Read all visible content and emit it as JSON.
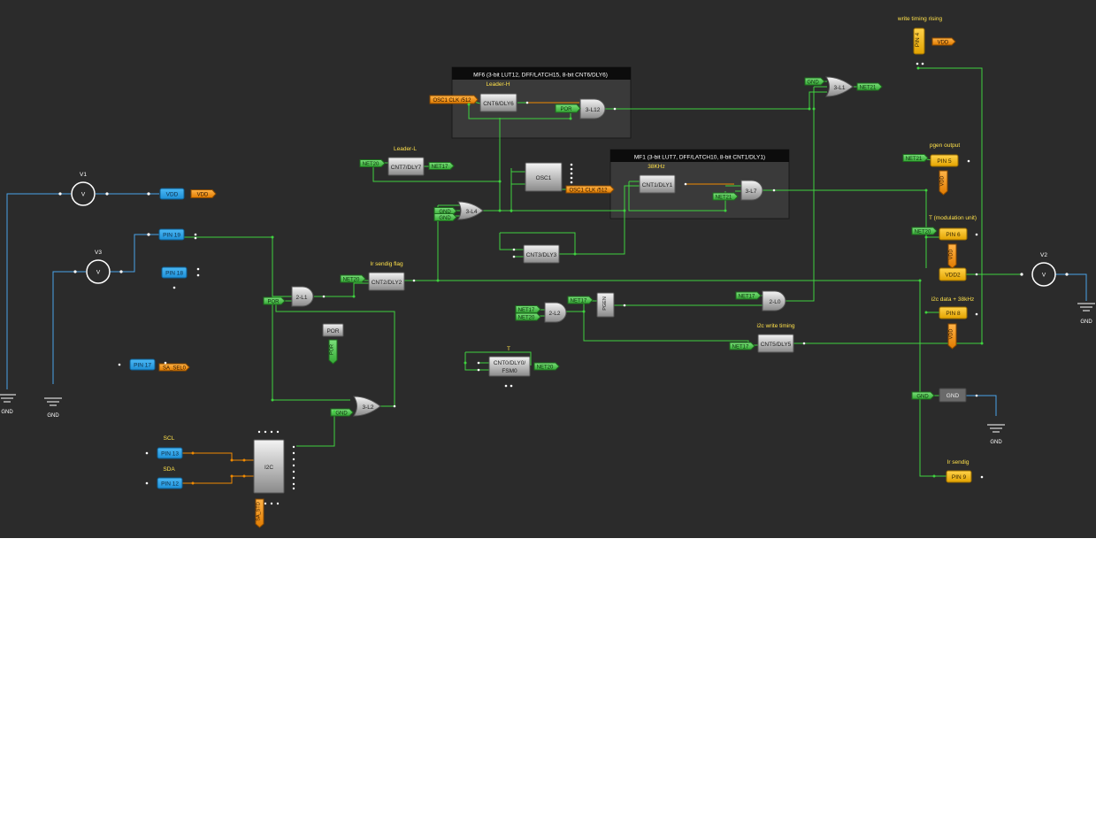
{
  "macrocells": {
    "mf6_title": "MF6 (3-bit LUT12, DFF/LATCH15, 8-bit CNT6/DLY6)",
    "mf1_title": "MF1 (3-bit LUT7, DFF/LATCH10, 8-bit CNT1/DLY1)"
  },
  "blocks": {
    "cnt6": "CNT6/DLY6",
    "l12": "3-L12",
    "cnt7": "CNT7/DLY7",
    "osc1": "OSC1",
    "cnt1": "CNT1/DLY1",
    "l7": "3-L7",
    "l4": "3-L4",
    "cnt3": "CNT3/DLY3",
    "l1a": "2-L1",
    "cnt2": "CNT2/DLY2",
    "l2a": "2-L2",
    "pgen": "PGEN",
    "l0": "2-L0",
    "cnt5": "CNT5/DLY5",
    "l1b": "3-L1",
    "por": "POR",
    "cnt0a": "CNT0/DLY0/",
    "cnt0b": "FSM0",
    "l2b": "3-L2",
    "i2c": "I2C",
    "gnd_blk": "GND",
    "vdd2": "VDD2"
  },
  "pins": {
    "vdd": "VDD",
    "pin19": "PIN 19",
    "pin18": "PIN 18",
    "pin17": "PIN 17",
    "pin13": "PIN 13",
    "pin12": "PIN 12",
    "pin4": "PIN 4",
    "pin5": "PIN 5",
    "pin6": "PIN 6",
    "pin8": "PIN 8",
    "pin9": "PIN 9"
  },
  "annotations": {
    "leader_h": "Leader-H",
    "leader_l": "Leader-L",
    "k38": "38KHz",
    "ir_flag": "Ir sendig flag",
    "t": "T",
    "sck": "SCL",
    "sda": "SDA",
    "write_rising": "write timing rising",
    "pgen_output": "pgen output",
    "t_mod": "T (modulation unit)",
    "i2c_data": "i2c data + 38kHz",
    "i2c_write": "i2c write timing",
    "ir_send": "Ir sendig"
  },
  "tags": {
    "osc_clk": "OSC1 CLK /512",
    "por": "POR",
    "gnd": "GND",
    "net17": "NET17",
    "net20": "NET20",
    "net21": "NET21",
    "vdd": "VDD",
    "sa_sel": "SA_SEL0",
    "sa_std": "SA_STD"
  },
  "sources": {
    "v1": "V1",
    "v2": "V2",
    "v3": "V3",
    "v": "V",
    "gnd": "GND"
  }
}
